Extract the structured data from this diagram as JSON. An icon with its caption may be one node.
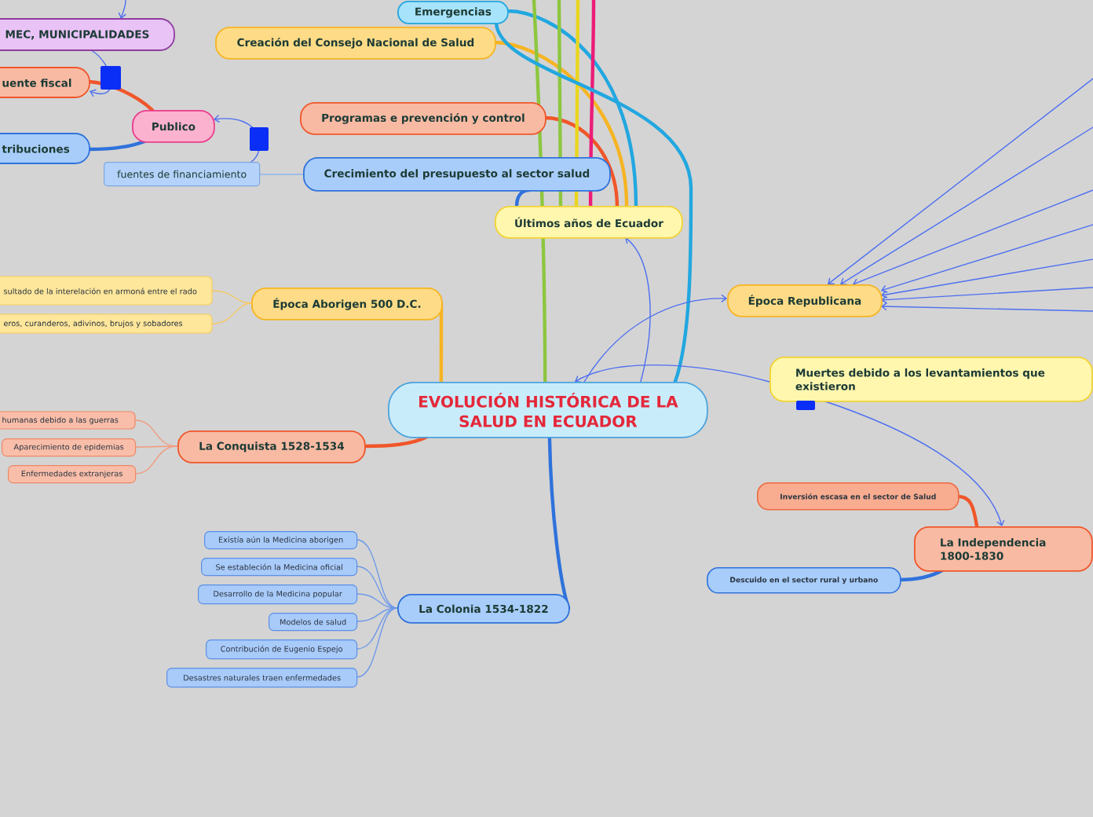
{
  "diagram": {
    "nodes": [
      {
        "text": [
          "Emergencias"
        ]
      },
      {
        "text": [
          "MEC, MUNICIPALIDADES"
        ]
      },
      {
        "text": [
          "Creación del Consejo Nacional de Salud"
        ]
      },
      {
        "text": [
          "uente fiscal"
        ]
      },
      {
        "text": [
          "Publico"
        ]
      },
      {
        "text": [
          "Programas e prevención y control"
        ]
      },
      {
        "text": [
          "tribuciones"
        ]
      },
      {
        "text": [
          "fuentes de financiamiento"
        ]
      },
      {
        "text": [
          "Crecimiento del presupuesto al sector salud"
        ]
      },
      {
        "text": [
          "Últimos años de Ecuador"
        ]
      },
      {
        "text": [
          "sultado de la interelación en armoná entre el rado"
        ]
      },
      {
        "text": [
          "Época Aborigen 500 D.C."
        ]
      },
      {
        "text": [
          "Época Republicana"
        ]
      },
      {
        "text": [
          "eros, curanderos, adivinos, brujos y sobadores"
        ]
      },
      {
        "text": [
          "Muertes debido a los levantamientos que existieron"
        ]
      },
      {
        "text": [
          "EVOLUCIÓN HISTÓRICA DE LA SALUD EN ECUADOR"
        ]
      },
      {
        "text": [
          "humanas debido a las guerras"
        ]
      },
      {
        "text": [
          "Aparecimiento de epidemias"
        ]
      },
      {
        "text": [
          "La Conquista 1528-1534"
        ]
      },
      {
        "text": [
          "Enfermedades extranjeras"
        ]
      },
      {
        "text": [
          "Inversión escasa en el sector de Salud"
        ]
      },
      {
        "text": [
          "La Independencia 1800-1830"
        ]
      },
      {
        "text": [
          "Existía aún la Medicina aborigen"
        ]
      },
      {
        "text": [
          "Se estableción la Medicina oficial"
        ]
      },
      {
        "text": [
          "Descuido en el sector rural y urbano"
        ]
      },
      {
        "text": [
          "Desarrollo de la Medicina popular"
        ]
      },
      {
        "text": [
          "Modelos de salud"
        ]
      },
      {
        "text": [
          "La Colonia 1534-1822"
        ]
      },
      {
        "text": [
          "Contribución de Eugenio Espejo"
        ]
      },
      {
        "text": [
          "Desastres naturales traen enfermedades"
        ]
      }
    ],
    "edges": [
      {
        "from": null,
        "to": 1,
        "arrow": "to"
      },
      {
        "from": 1,
        "to": 3,
        "arrow": "to"
      },
      {
        "from": 4,
        "to": 3,
        "arrow": "none",
        "style": "thick",
        "color": "#f0562a"
      },
      {
        "from": 4,
        "to": 6,
        "arrow": "none",
        "style": "thick",
        "color": "#2f72dc"
      },
      {
        "from": 7,
        "to": 4,
        "arrow": "to"
      },
      {
        "from": 8,
        "to": 7,
        "arrow": "none",
        "color": "#8fb5ec"
      },
      {
        "from": 9,
        "to": 0,
        "arrow": "none",
        "style": "thick",
        "color": "#22a7e0"
      },
      {
        "from": 9,
        "to": 2,
        "arrow": "none",
        "style": "thick",
        "color": "#f6b422"
      },
      {
        "from": 9,
        "to": 5,
        "arrow": "none",
        "style": "thick",
        "color": "#f0562a"
      },
      {
        "from": 9,
        "to": 8,
        "arrow": "none",
        "style": "thick",
        "color": "#2f72dc"
      },
      {
        "from": 9,
        "to": null,
        "arrow": "none",
        "style": "thick",
        "color": "#8dc63f"
      },
      {
        "from": 9,
        "to": null,
        "arrow": "none",
        "style": "thick",
        "color": "#ead51e"
      },
      {
        "from": 9,
        "to": null,
        "arrow": "none",
        "style": "thick",
        "color": "#ec1c78"
      },
      {
        "from": 15,
        "to": null,
        "arrow": "none",
        "style": "thick",
        "color": "#8dc63f"
      },
      {
        "from": 15,
        "to": 0,
        "arrow": "none",
        "style": "thick",
        "color": "#22a7e0"
      },
      {
        "from": 15,
        "to": 11,
        "arrow": "none",
        "style": "thick",
        "color": "#f6b422"
      },
      {
        "from": 15,
        "to": 18,
        "arrow": "none",
        "style": "thick",
        "color": "#f0562a"
      },
      {
        "from": 15,
        "to": 27,
        "arrow": "none",
        "style": "thick",
        "color": "#2f72dc"
      },
      {
        "from": 15,
        "to": 12,
        "arrow": "to"
      },
      {
        "from": 15,
        "to": 9,
        "arrow": "to"
      },
      {
        "from": 14,
        "to": 15,
        "arrow": "to"
      },
      {
        "from": 14,
        "to": 21,
        "arrow": "to"
      },
      {
        "from": null,
        "to": 12,
        "arrow": "to"
      },
      {
        "from": null,
        "to": 12,
        "arrow": "to"
      },
      {
        "from": null,
        "to": 12,
        "arrow": "to"
      },
      {
        "from": null,
        "to": 12,
        "arrow": "to"
      },
      {
        "from": null,
        "to": 12,
        "arrow": "to"
      },
      {
        "from": null,
        "to": 12,
        "arrow": "to"
      },
      {
        "from": null,
        "to": 12,
        "arrow": "to"
      },
      {
        "from": 11,
        "to": 10,
        "arrow": "none",
        "color": "#f6c860"
      },
      {
        "from": 11,
        "to": 13,
        "arrow": "none",
        "color": "#f6c860"
      },
      {
        "from": 18,
        "to": 16,
        "arrow": "none",
        "color": "#f29a7c"
      },
      {
        "from": 18,
        "to": 17,
        "arrow": "none",
        "color": "#f29a7c"
      },
      {
        "from": 18,
        "to": 19,
        "arrow": "none",
        "color": "#f29a7c"
      },
      {
        "from": 27,
        "to": 22,
        "arrow": "none",
        "color": "#6f9ae8"
      },
      {
        "from": 27,
        "to": 23,
        "arrow": "none",
        "color": "#6f9ae8"
      },
      {
        "from": 27,
        "to": 25,
        "arrow": "none",
        "color": "#6f9ae8"
      },
      {
        "from": 27,
        "to": 26,
        "arrow": "none",
        "color": "#6f9ae8"
      },
      {
        "from": 27,
        "to": 28,
        "arrow": "none",
        "color": "#6f9ae8"
      },
      {
        "from": 27,
        "to": 29,
        "arrow": "none",
        "color": "#6f9ae8"
      },
      {
        "from": 21,
        "to": 20,
        "arrow": "none",
        "style": "thick",
        "color": "#f0562a"
      },
      {
        "from": 21,
        "to": 24,
        "arrow": "none",
        "style": "thick",
        "color": "#2f72dc"
      }
    ]
  }
}
